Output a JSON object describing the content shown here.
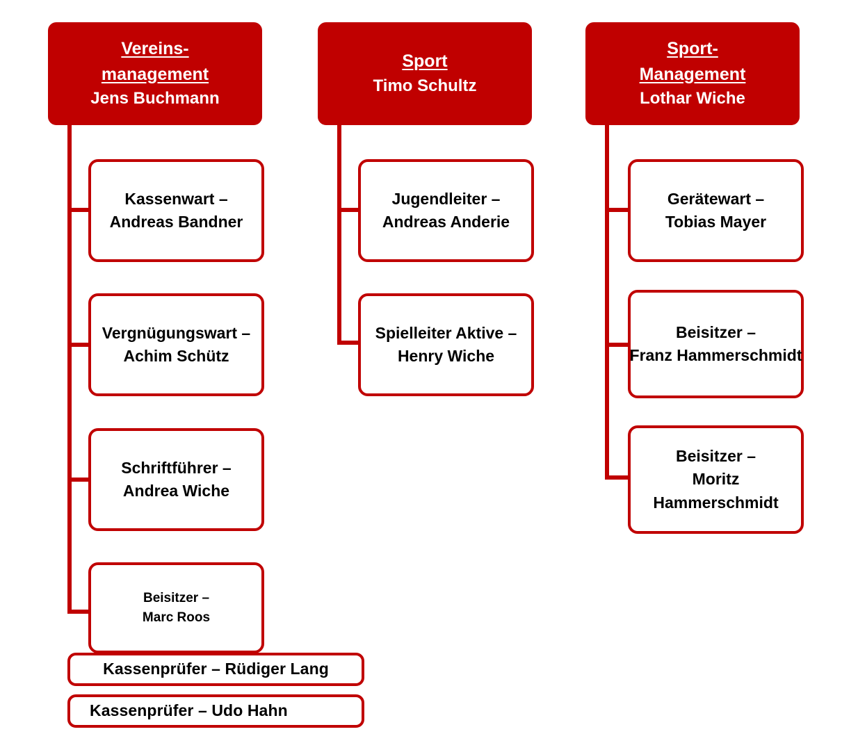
{
  "meta": {
    "kind": "organizational-chart",
    "accent_color": "#C00000",
    "background_color": "#FFFFFF",
    "node_text_color": "#000000",
    "header_text_color": "#FFFFFF"
  },
  "columns": [
    {
      "id": "vereinsmanagement",
      "header": {
        "title_lines": [
          "Vereins-",
          "management"
        ],
        "person": "Jens Buchmann"
      },
      "children": [
        {
          "lines": [
            "Kassenwart –",
            "Andreas Bandner"
          ]
        },
        {
          "lines": [
            "Vergnügungswart –",
            "Achim Schütz"
          ]
        },
        {
          "lines": [
            "Schriftführer –",
            "Andrea Wiche"
          ]
        },
        {
          "lines": [
            "Beisitzer –",
            "Marc Roos"
          ]
        }
      ]
    },
    {
      "id": "sport",
      "header": {
        "title_lines": [
          "Sport"
        ],
        "person": "Timo Schultz"
      },
      "children": [
        {
          "lines": [
            "Jugendleiter –",
            "Andreas Anderie"
          ]
        },
        {
          "lines": [
            "Spielleiter Aktive –",
            "Henry Wiche"
          ]
        }
      ]
    },
    {
      "id": "sport-management",
      "header": {
        "title_lines": [
          "Sport-",
          "Management"
        ],
        "person": "Lothar Wiche"
      },
      "children": [
        {
          "lines": [
            "Gerätewart –",
            "Tobias Mayer"
          ]
        },
        {
          "lines": [
            "Beisitzer –",
            "Franz Hammerschmidt"
          ]
        },
        {
          "lines": [
            "Beisitzer –",
            "Moritz",
            "Hammerschmidt"
          ]
        }
      ]
    }
  ],
  "auditors": [
    {
      "label": "Kassenprüfer – Rüdiger Lang"
    },
    {
      "label": "Kassenprüfer –  Udo Hahn"
    }
  ]
}
